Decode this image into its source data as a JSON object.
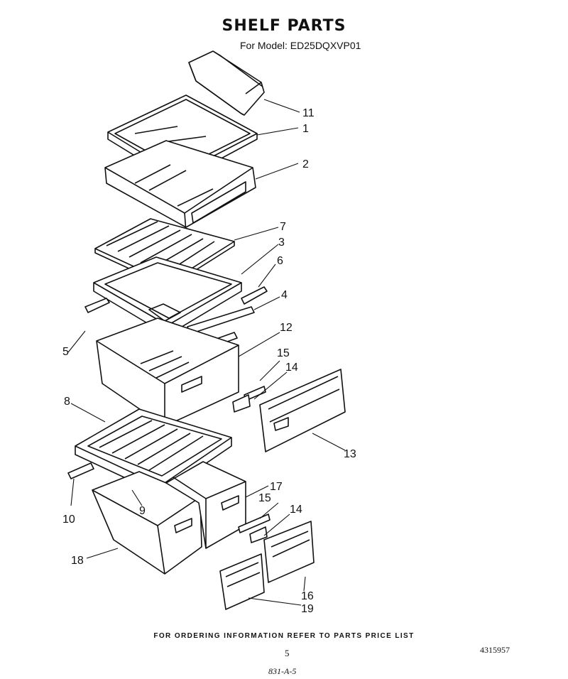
{
  "header": {
    "title": "SHELF PARTS",
    "model": "For Model: ED25DQXVP01"
  },
  "callouts": {
    "c1": "1",
    "c2": "2",
    "c3": "3",
    "c4": "4",
    "c5": "5",
    "c6": "6",
    "c7": "7",
    "c8": "8",
    "c9": "9",
    "c10": "10",
    "c11": "11",
    "c12": "12",
    "c13": "13",
    "c14a": "14",
    "c14b": "14",
    "c15a": "15",
    "c15b": "15",
    "c16": "16",
    "c17": "17",
    "c18": "18",
    "c19": "19"
  },
  "footer": {
    "ordering": "FOR ORDERING INFORMATION REFER TO PARTS PRICE LIST",
    "page": "5",
    "doc_number": "4315957",
    "handwritten": "831-A-5"
  }
}
